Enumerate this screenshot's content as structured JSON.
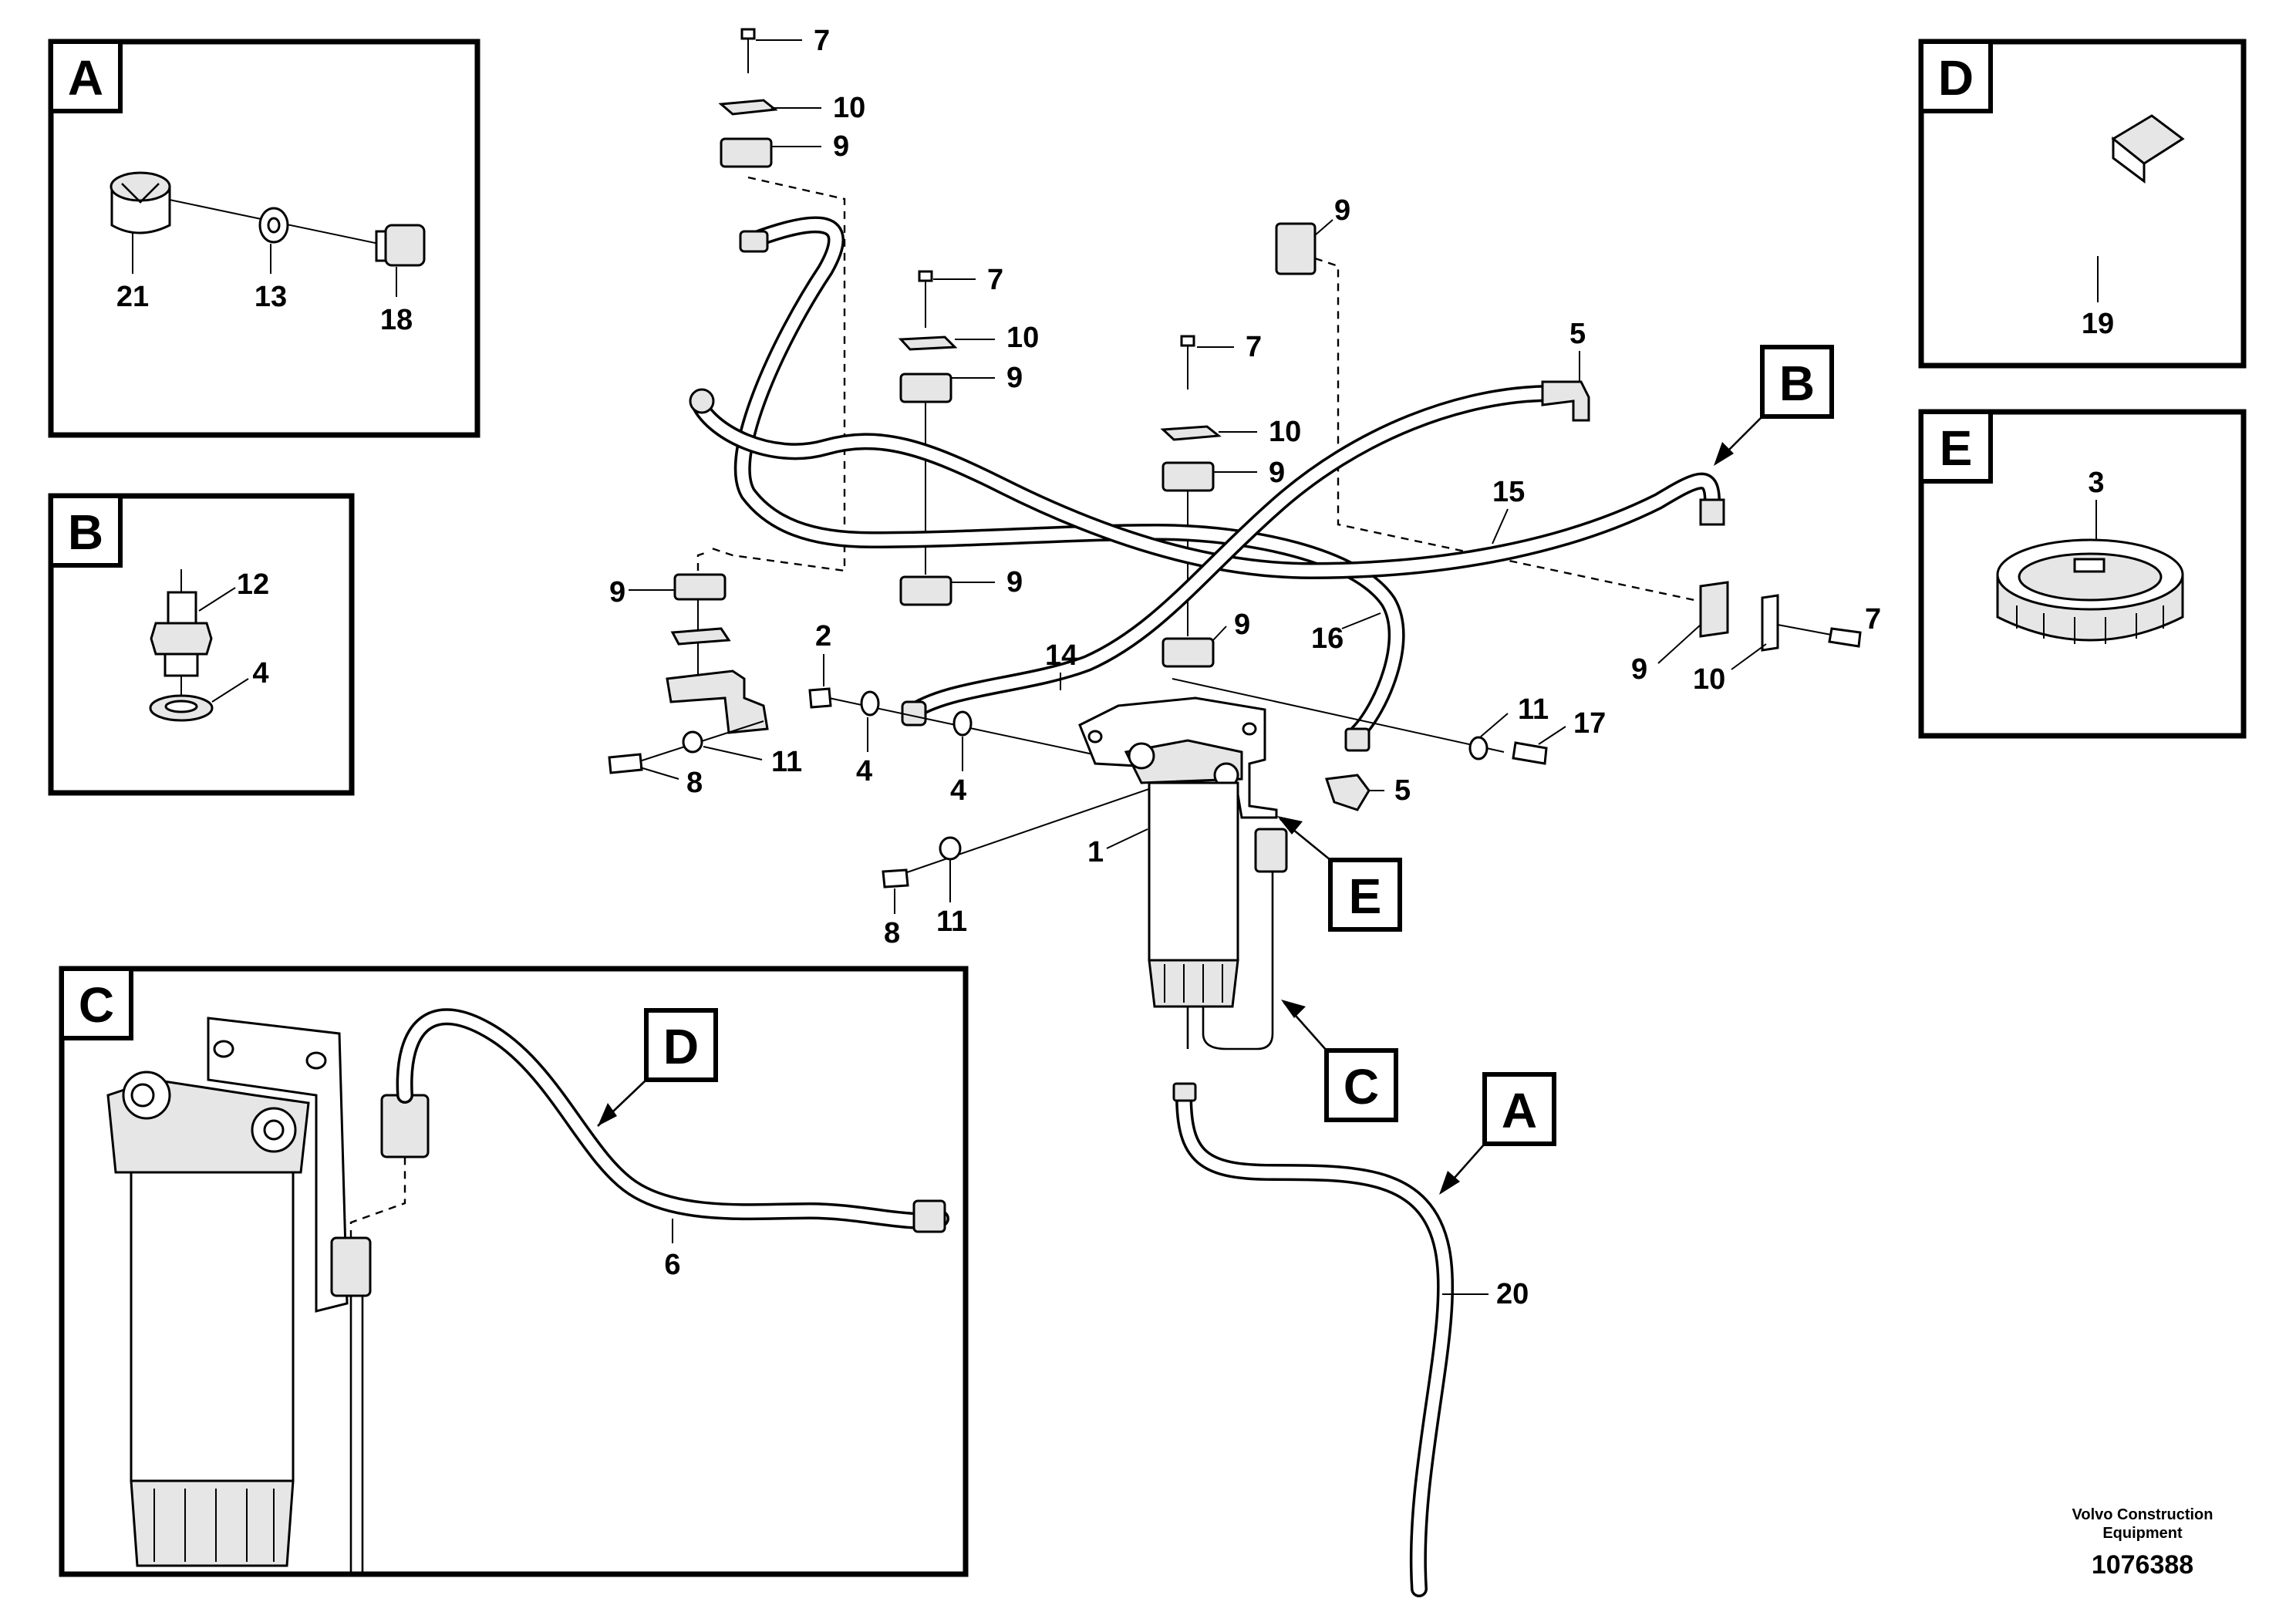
{
  "drawing": {
    "publisher_line1": "Volvo Construction",
    "publisher_line2": "Equipment",
    "document_number": "1076388"
  },
  "detail_views": {
    "A": {
      "tag": "A",
      "callouts": [
        "21",
        "13",
        "18"
      ]
    },
    "B": {
      "tag": "B",
      "callouts": [
        "12",
        "4"
      ]
    },
    "C": {
      "tag": "C",
      "callouts": [
        "6"
      ],
      "inner_tag": "D"
    },
    "D": {
      "tag": "D",
      "callouts": [
        "19"
      ]
    },
    "E": {
      "tag": "E",
      "callouts": [
        "3"
      ]
    }
  },
  "main_tags": [
    "B",
    "E",
    "C",
    "A"
  ],
  "callouts": [
    "7",
    "10",
    "9",
    "7",
    "10",
    "9",
    "9",
    "9",
    "7",
    "10",
    "9",
    "9",
    "5",
    "15",
    "9",
    "16",
    "9",
    "10",
    "7",
    "2",
    "14",
    "4",
    "4",
    "11",
    "8",
    "11",
    "17",
    "5",
    "1",
    "8",
    "11",
    "20"
  ]
}
